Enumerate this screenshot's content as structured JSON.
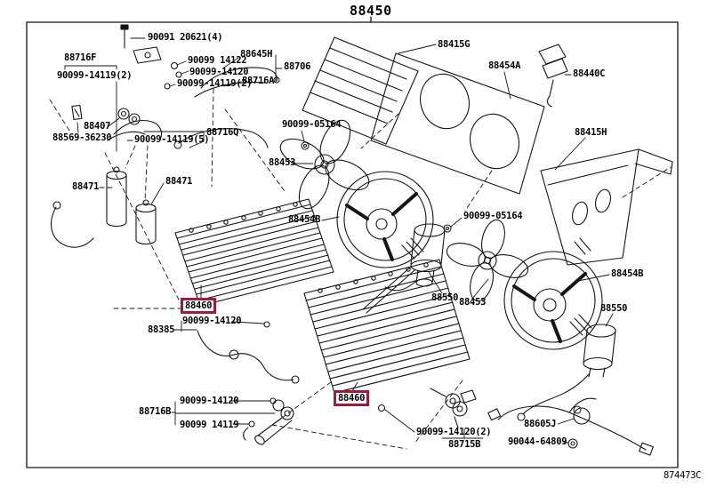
{
  "diagram": {
    "title": "88450",
    "figure_code": "874473C",
    "highlight_color": "#9e1b3c",
    "highlighted_part": "88460",
    "labels": [
      {
        "text": "90091 20621(4)"
      },
      {
        "text": "88716F"
      },
      {
        "text": "90099-14119(2)"
      },
      {
        "text": "90099 14122"
      },
      {
        "text": "88645H"
      },
      {
        "text": "88706"
      },
      {
        "text": "90099-14120"
      },
      {
        "text": "90099-14119(2)"
      },
      {
        "text": "88716A"
      },
      {
        "text": "88407"
      },
      {
        "text": "88569-36230"
      },
      {
        "text": "90099-14119(5)"
      },
      {
        "text": "88716Q"
      },
      {
        "text": "88471"
      },
      {
        "text": "88471"
      },
      {
        "text": "90099-05164"
      },
      {
        "text": "88453"
      },
      {
        "text": "88454B"
      },
      {
        "text": "88415G"
      },
      {
        "text": "88454A"
      },
      {
        "text": "88440C"
      },
      {
        "text": "88415H"
      },
      {
        "text": "90099-05164"
      },
      {
        "text": "88550"
      },
      {
        "text": "88453"
      },
      {
        "text": "88454B"
      },
      {
        "text": "88550"
      },
      {
        "text": "88460",
        "highlighted": true
      },
      {
        "text": "90099-14120"
      },
      {
        "text": "88385"
      },
      {
        "text": "88460",
        "highlighted": true
      },
      {
        "text": "90099-14120(2)"
      },
      {
        "text": "88715B"
      },
      {
        "text": "88716B"
      },
      {
        "text": "90099-14120"
      },
      {
        "text": "90099 14119"
      },
      {
        "text": "88605J"
      },
      {
        "text": "90044-64809"
      }
    ]
  }
}
